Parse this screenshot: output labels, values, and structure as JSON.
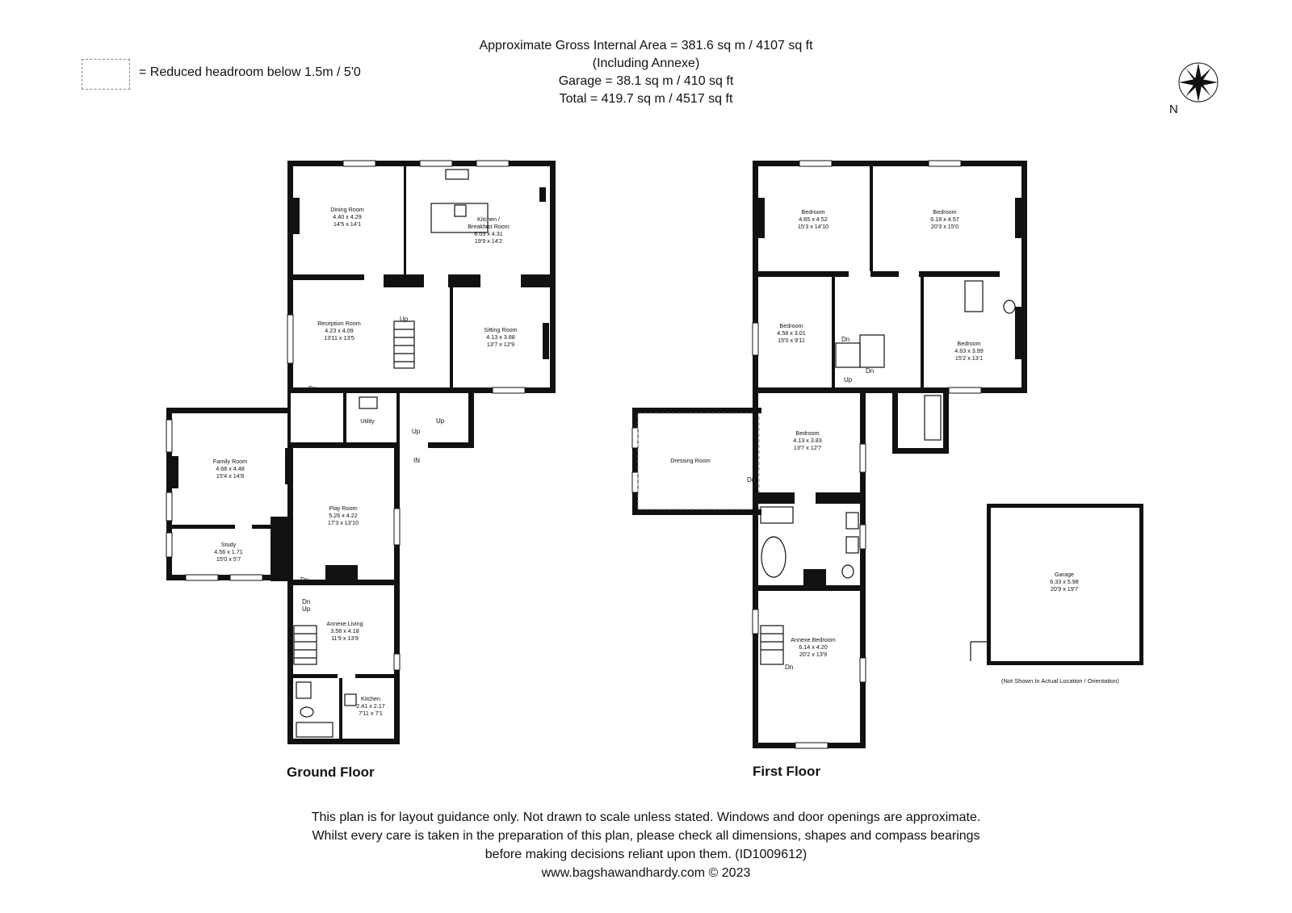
{
  "header": {
    "line1": "Approximate Gross Internal Area = 381.6 sq m / 4107 sq ft",
    "line2": "(Including Annexe)",
    "line3": "Garage = 38.1 sq m / 410 sq ft",
    "line4": "Total = 419.7 sq m / 4517 sq ft"
  },
  "legend": {
    "text": "= Reduced headroom below 1.5m / 5'0"
  },
  "compass": {
    "label": "N"
  },
  "floors": {
    "ground": "Ground Floor",
    "first": "First Floor"
  },
  "rooms": {
    "dining": {
      "name": "Dining Room",
      "m": "4.40 x 4.29",
      "ft": "14'5 x 14'1"
    },
    "kitchen_breakfast": {
      "name1": "Kitchen /",
      "name2": "Breakfast Room",
      "m": "6.03 x 4.31",
      "ft": "19'9 x 14'2"
    },
    "reception": {
      "name": "Reception Room",
      "m": "4.23 x 4.09",
      "ft": "13'11 x 13'5"
    },
    "sitting": {
      "name": "Sitting Room",
      "m": "4.13 x 3.88",
      "ft": "13'7 x 12'9"
    },
    "family": {
      "name": "Family Room",
      "m": "4.68 x 4.48",
      "ft": "15'4 x 14'8"
    },
    "study": {
      "name": "Study",
      "m": "4.56 x 1.71",
      "ft": "15'0 x 5'7"
    },
    "play": {
      "name": "Play Room",
      "m": "5.26 x 4.22",
      "ft": "17'3 x 13'10"
    },
    "annexe_living": {
      "name": "Annexe Living",
      "m": "3.58 x 4.18",
      "ft": "11'9 x 13'9"
    },
    "annexe_kitchen": {
      "name": "Kitchen",
      "m": "2.41 x 2.17",
      "ft": "7'11 x 7'1"
    },
    "utility": {
      "name": "Utility"
    },
    "bed1": {
      "name": "Bedroom",
      "m": "4.65 x 4.52",
      "ft": "15'3 x 14'10"
    },
    "bed2": {
      "name": "Bedroom",
      "m": "6.18 x 4.57",
      "ft": "20'3 x 15'0"
    },
    "bed3": {
      "name": "Bedroom",
      "m": "4.58 x 3.01",
      "ft": "15'0 x 9'11"
    },
    "bed4": {
      "name": "Bedroom",
      "m": "4.63 x 3.99",
      "ft": "15'2 x 13'1"
    },
    "bed5": {
      "name": "Bedroom",
      "m": "4.13 x 3.83",
      "ft": "13'7 x 12'7"
    },
    "dressing": {
      "name": "Dressing Room"
    },
    "annexe_bedroom": {
      "name": "Annexe Bedroom",
      "m": "6.14 x 4.20",
      "ft": "20'2 x 13'9"
    },
    "garage": {
      "name": "Garage",
      "m": "6.33 x 5.98",
      "ft": "20'9 x 19'7"
    }
  },
  "markers": {
    "up": "Up",
    "dn": "Dn",
    "in": "IN"
  },
  "garage_note": "(Not Shown In Actual Location / Orientation)",
  "footer": {
    "line1": "This plan is for layout guidance only. Not drawn to scale unless stated. Windows and door openings are approximate.",
    "line2": "Whilst every care is taken in the preparation of this plan, please check all dimensions, shapes and compass bearings",
    "line3": "before making decisions reliant upon them. (ID1009612)",
    "line4": "www.bagshawandhardy.com © 2023"
  }
}
